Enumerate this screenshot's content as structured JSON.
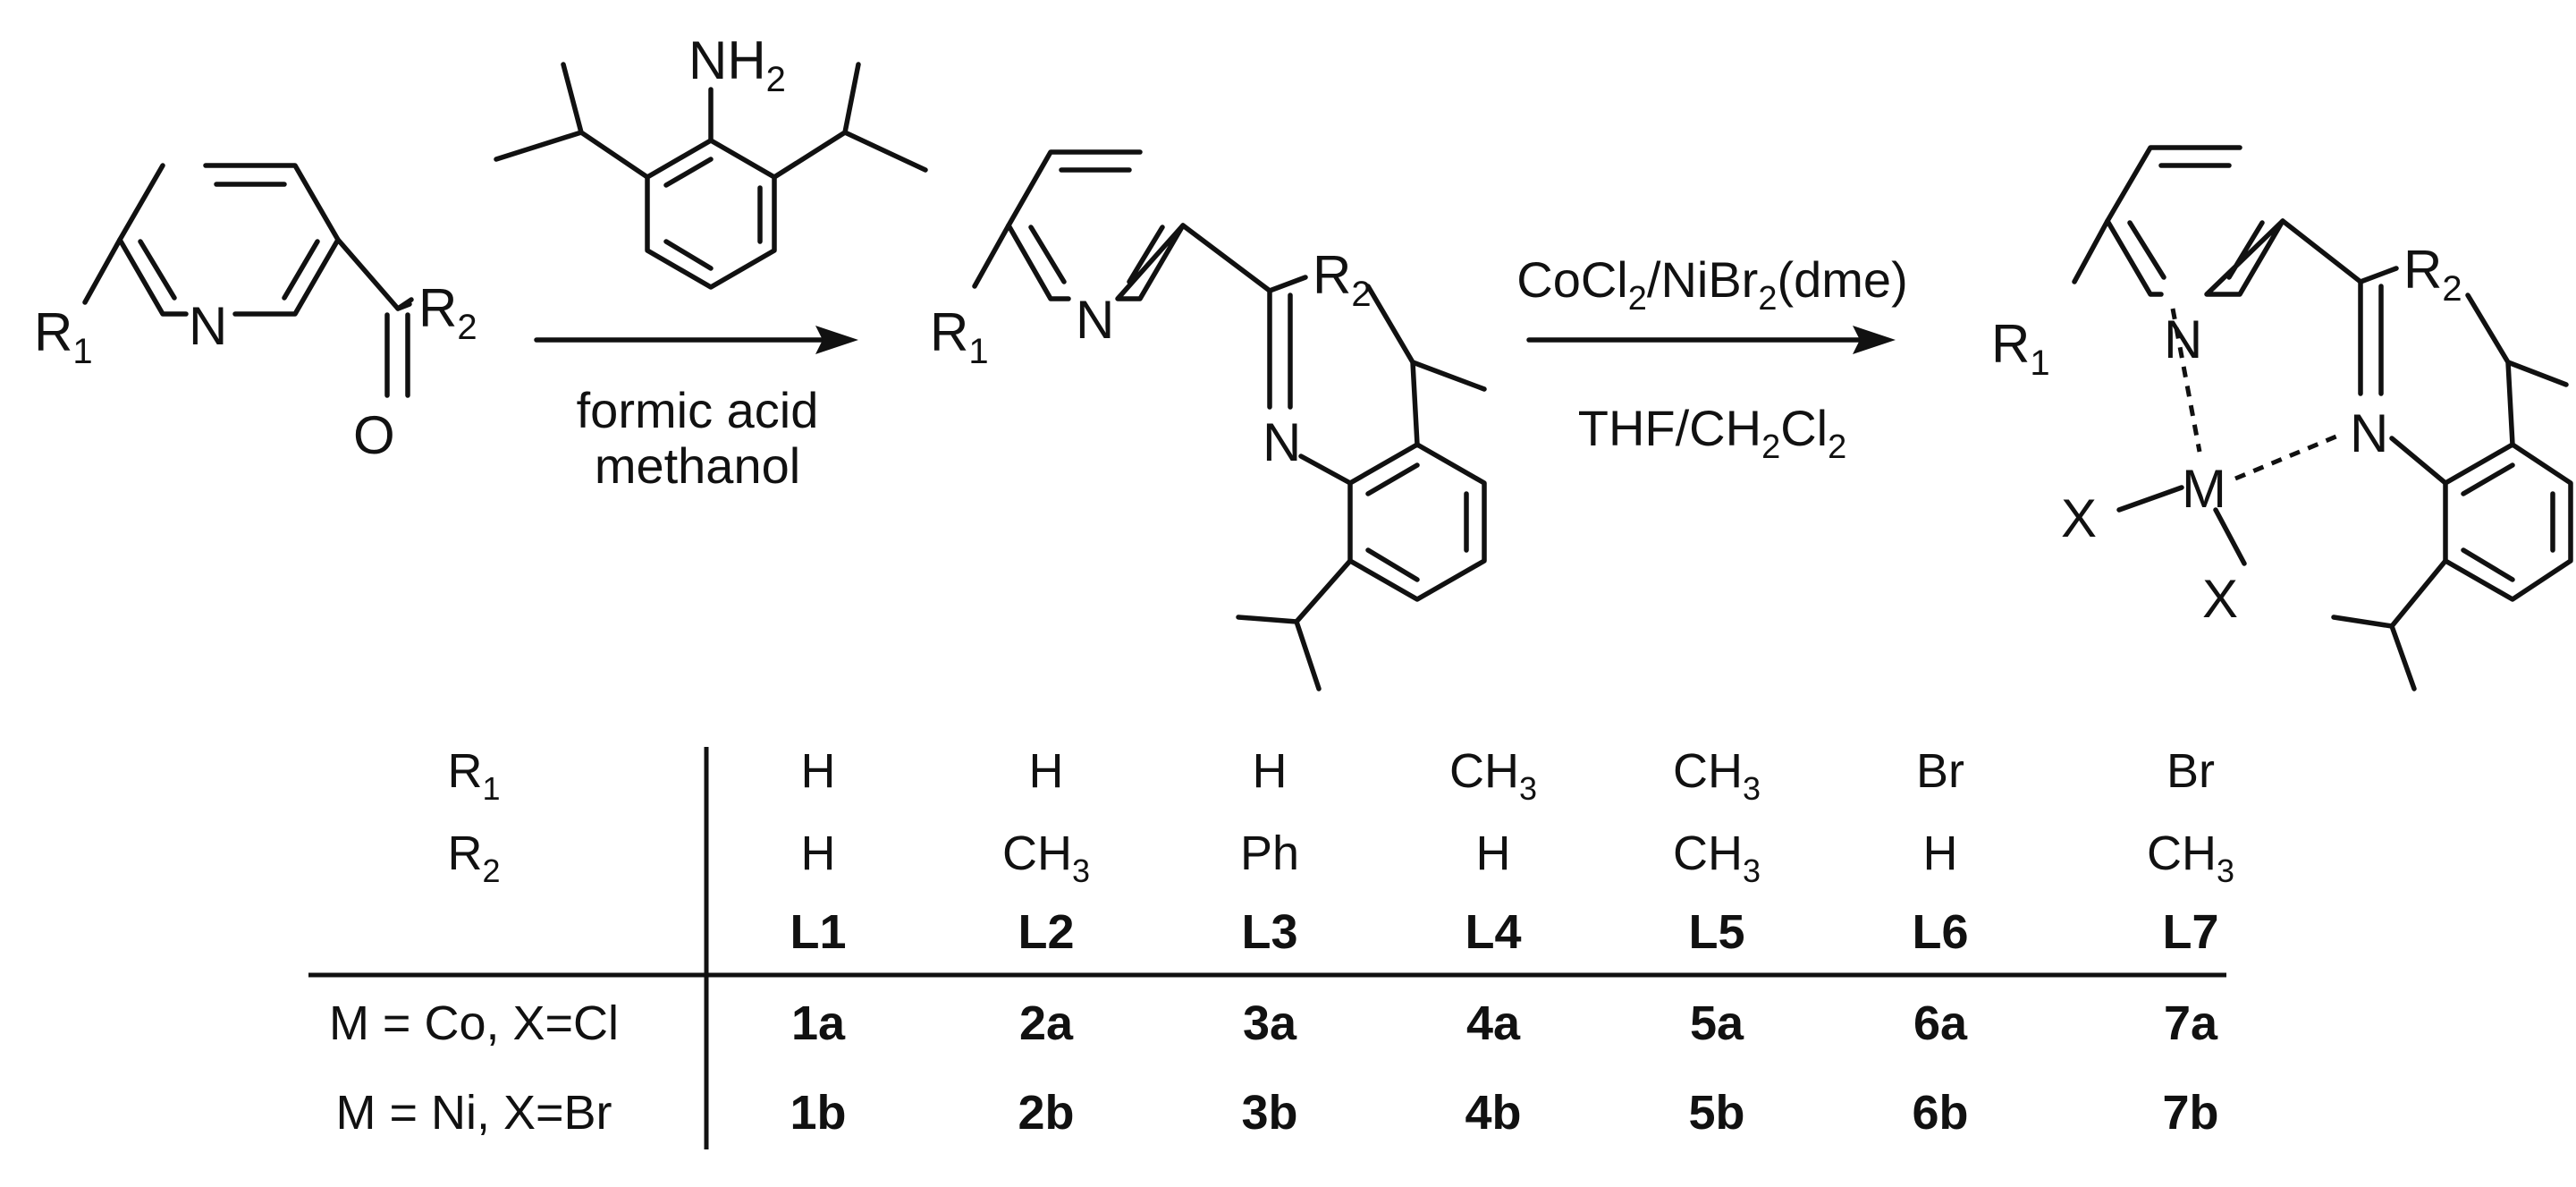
{
  "atoms": {
    "nh2": "NH",
    "nh2_sub": "2",
    "r1": "R",
    "r1_sub": "1",
    "r2": "R",
    "r2_sub": "2",
    "n": "N",
    "o": "O",
    "m": "M",
    "x": "X"
  },
  "reagents": {
    "step1_line1": "formic acid",
    "step1_line2": "methanol",
    "step2_line1_a": "CoCl",
    "step2_line1_a_sub": "2",
    "step2_line1_b": "/NiBr",
    "step2_line1_b_sub": "2",
    "step2_line1_c": "(dme)",
    "step2_line2_a": "THF/CH",
    "step2_line2_a_sub": "2",
    "step2_line2_b": "Cl",
    "step2_line2_b_sub": "2"
  },
  "table": {
    "row_labels": {
      "r1": "R",
      "r1_sub": "1",
      "r2": "R",
      "r2_sub": "2",
      "co": "M = Co, X=Cl",
      "ni": "M = Ni, X=Br"
    },
    "columns": [
      {
        "r1": "H",
        "r1_sub": "",
        "r2": "H",
        "r2_sub": "",
        "ligand": "L1",
        "co": "1a",
        "ni": "1b"
      },
      {
        "r1": "H",
        "r1_sub": "",
        "r2": "CH",
        "r2_sub": "3",
        "ligand": "L2",
        "co": "2a",
        "ni": "2b"
      },
      {
        "r1": "H",
        "r1_sub": "",
        "r2": "Ph",
        "r2_sub": "",
        "ligand": "L3",
        "co": "3a",
        "ni": "3b"
      },
      {
        "r1": "CH",
        "r1_sub": "3",
        "r2": "H",
        "r2_sub": "",
        "ligand": "L4",
        "co": "4a",
        "ni": "4b"
      },
      {
        "r1": "CH",
        "r1_sub": "3",
        "r2": "CH",
        "r2_sub": "3",
        "ligand": "L5",
        "co": "5a",
        "ni": "5b"
      },
      {
        "r1": "Br",
        "r1_sub": "",
        "r2": "H",
        "r2_sub": "",
        "ligand": "L6",
        "co": "6a",
        "ni": "6b"
      },
      {
        "r1": "Br",
        "r1_sub": "",
        "r2": "CH",
        "r2_sub": "3",
        "ligand": "L7",
        "co": "7a",
        "ni": "7b"
      }
    ]
  }
}
